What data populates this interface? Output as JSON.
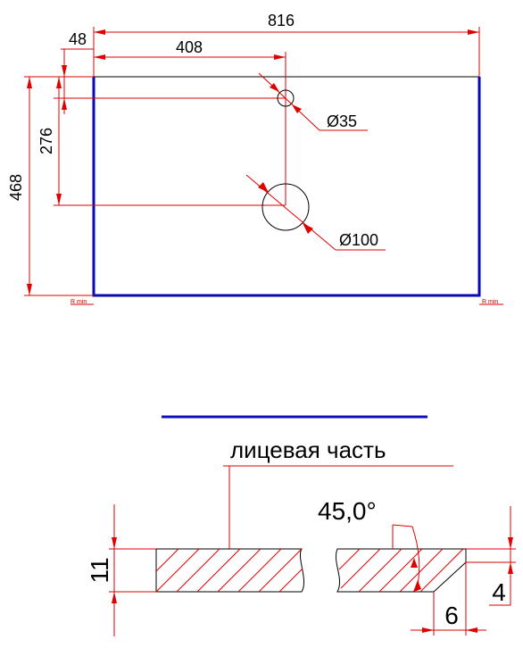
{
  "top_view": {
    "dim_total_width": "816",
    "dim_hole_offset_x": "408",
    "dim_top_offset": "48",
    "dim_hole_offset_y": "276",
    "dim_total_height": "468",
    "hole_small_diameter": "Ø35",
    "hole_large_diameter": "Ø100",
    "corner_label_left": "R min",
    "corner_label_right": "R min",
    "frame_color": "#0a0ab4"
  },
  "separator": {
    "color": "#1010c0"
  },
  "section_view": {
    "face_label": "лицевая часть",
    "chamfer_angle": "45,0°",
    "thickness": "11",
    "chamfer_width": "6",
    "chamfer_height": "4"
  },
  "colors": {
    "dimension": "#e00000",
    "outline": "#000000"
  }
}
